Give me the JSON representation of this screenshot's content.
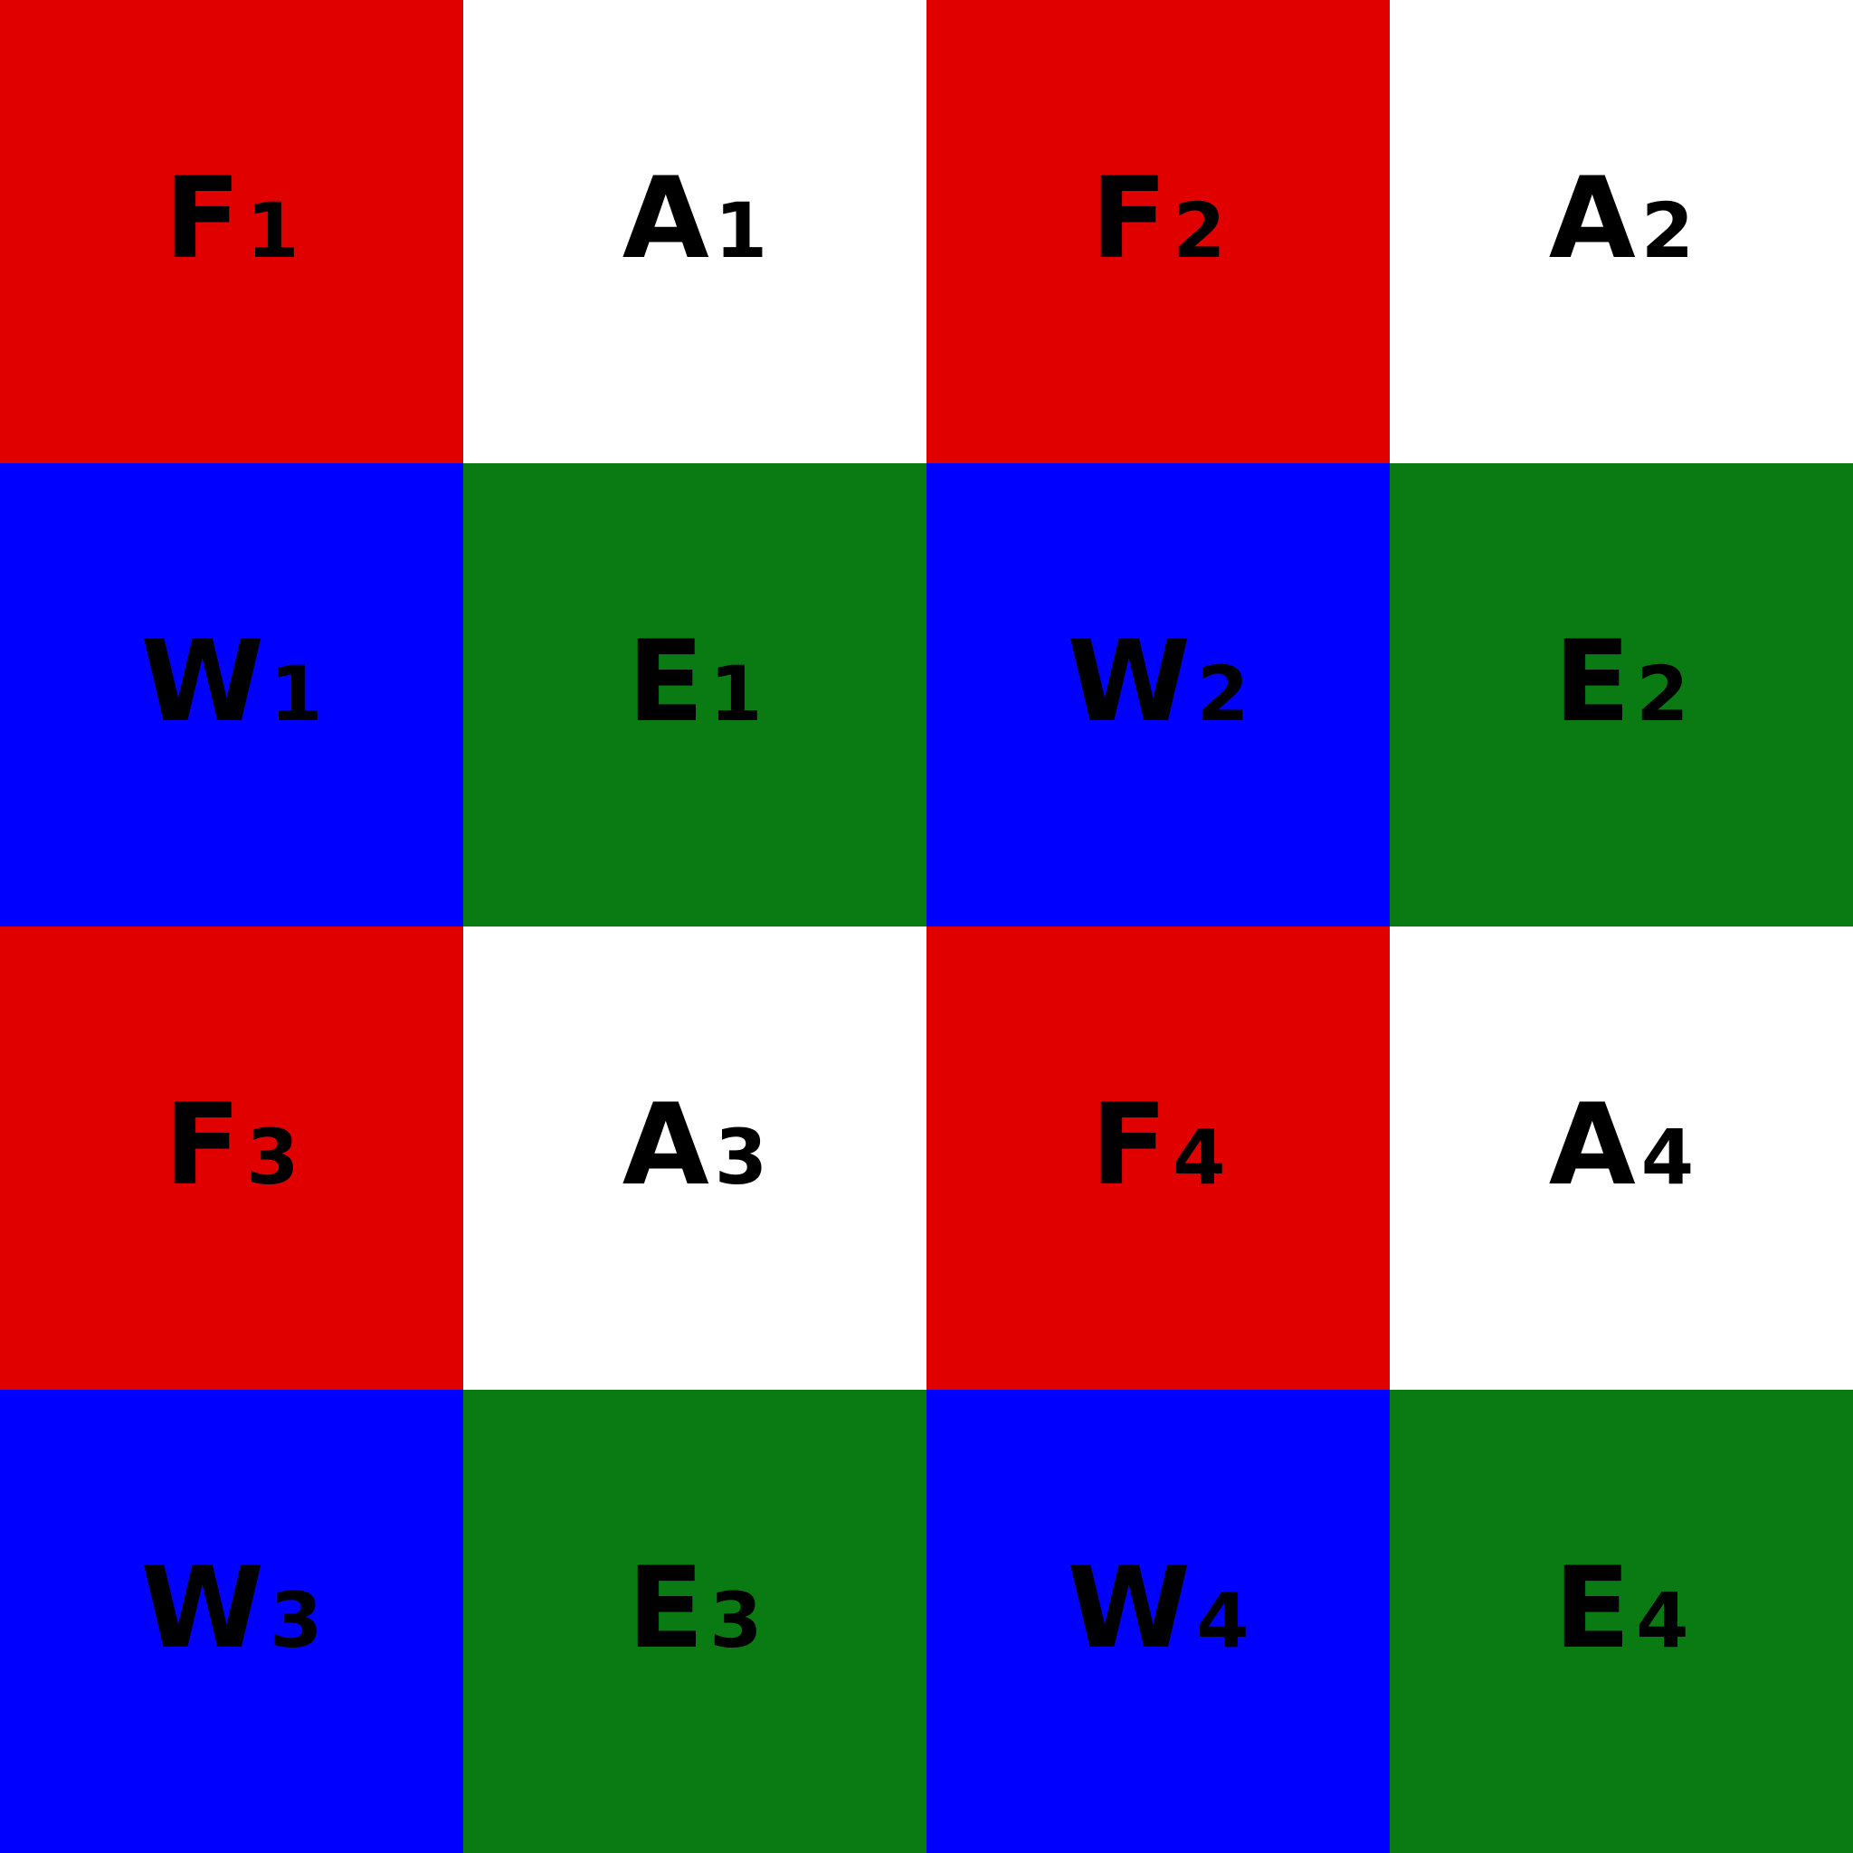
{
  "colors": {
    "F": "#E00000",
    "A": "#FFFFFF",
    "W": "#0000FF",
    "E": "#0A7B12"
  },
  "cells": [
    {
      "letter": "F",
      "sub": "1"
    },
    {
      "letter": "A",
      "sub": "1"
    },
    {
      "letter": "F",
      "sub": "2"
    },
    {
      "letter": "A",
      "sub": "2"
    },
    {
      "letter": "W",
      "sub": "1"
    },
    {
      "letter": "E",
      "sub": "1"
    },
    {
      "letter": "W",
      "sub": "2"
    },
    {
      "letter": "E",
      "sub": "2"
    },
    {
      "letter": "F",
      "sub": "3"
    },
    {
      "letter": "A",
      "sub": "3"
    },
    {
      "letter": "F",
      "sub": "4"
    },
    {
      "letter": "A",
      "sub": "4"
    },
    {
      "letter": "W",
      "sub": "3"
    },
    {
      "letter": "E",
      "sub": "3"
    },
    {
      "letter": "W",
      "sub": "4"
    },
    {
      "letter": "E",
      "sub": "4"
    }
  ]
}
